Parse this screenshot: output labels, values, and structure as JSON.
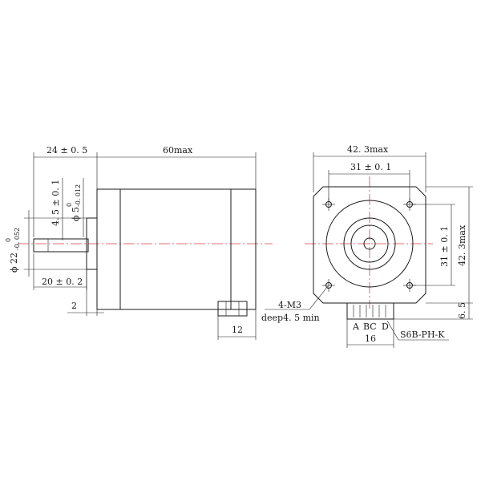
{
  "side_view": {
    "shaft_length": "24 ± 0. 5",
    "body_length": "60max",
    "boss_height": "4. 5 ± 0. 1",
    "flat_diameter": "ϕ 5",
    "flat_diameter_tol_upper": "0",
    "flat_diameter_tol_lower": "-0. 012",
    "boss_diameter": "ϕ 22",
    "boss_diameter_tol_upper": "0",
    "boss_diameter_tol_lower": "-0. 052",
    "flat_length": "20 ± 0. 2",
    "boss_thickness": "2",
    "connector_width": "12"
  },
  "front_view": {
    "body_width": "42. 3max",
    "hole_spacing_h": "31 ± 0. 1",
    "hole_spacing_v": "31 ± 0. 1",
    "body_height": "42. 3max",
    "connector_offset": "6. 5",
    "mount_holes": "4-M3",
    "hole_depth": "deep4. 5 min",
    "pin_a": "A",
    "pin_bc": "BC",
    "pin_d": "D",
    "connector_model": "S6B-PH-K",
    "connector_pitch": "16"
  }
}
